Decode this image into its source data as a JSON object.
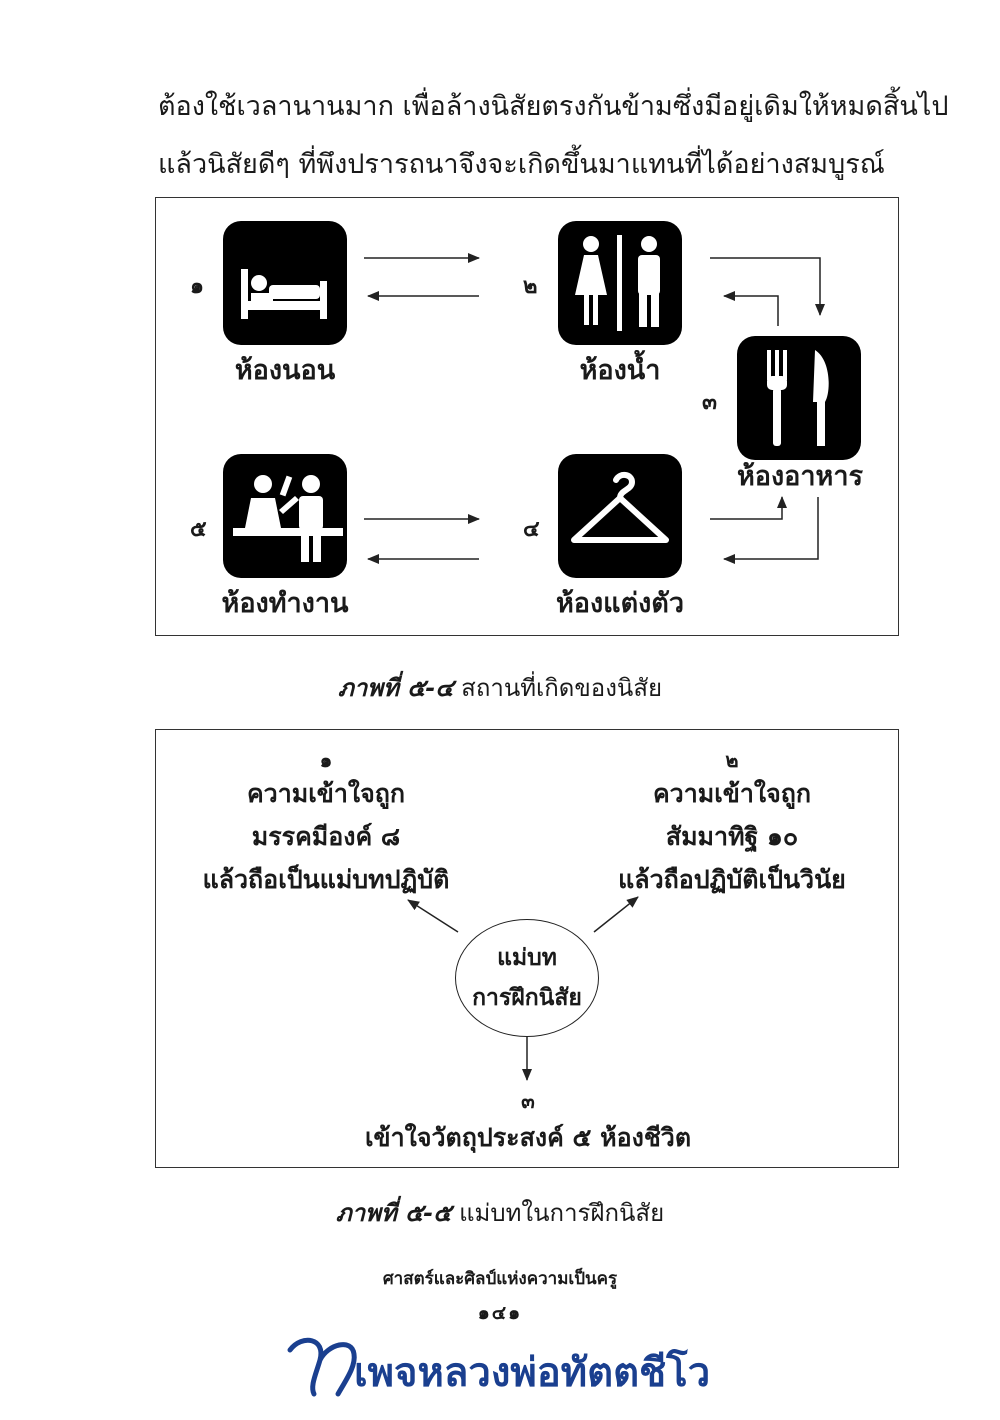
{
  "paragraph": {
    "line1": "ต้องใช้เวลานานมาก  เพื่อล้างนิสัยตรงกันข้ามซึ่งมีอยู่เดิมให้หมดสิ้นไป",
    "line2": "แล้วนิสัยดีๆ ที่พึงปรารถนาจึงจะเกิดขึ้นมาแทนที่ได้อย่างสมบูรณ์"
  },
  "figure1": {
    "rooms": [
      {
        "num": "๑",
        "label": "ห้องนอน",
        "icon": "bed-icon"
      },
      {
        "num": "๒",
        "label": "ห้องน้ำ",
        "icon": "restroom-icon"
      },
      {
        "num": "๓",
        "label": "ห้องอาหาร",
        "icon": "fork-knife-icon"
      },
      {
        "num": "๔",
        "label": "ห้องแต่งตัว",
        "icon": "hanger-icon"
      },
      {
        "num": "๕",
        "label": "ห้องทำงาน",
        "icon": "workers-icon"
      }
    ],
    "caption_bold": "ภาพที่ ๕-๔",
    "caption_text": " สถานที่เกิดของนิสัย"
  },
  "figure2": {
    "center": {
      "line1": "แม่บท",
      "line2": "การฝึกนิสัย"
    },
    "items": [
      {
        "num": "๑",
        "lines": [
          "ความเข้าใจถูก",
          "มรรคมีองค์ ๘",
          "แล้วถือเป็นแม่บทปฏิบัติ"
        ]
      },
      {
        "num": "๒",
        "lines": [
          "ความเข้าใจถูก",
          "สัมมาทิฐิ ๑๐",
          "แล้วถือปฏิบัติเป็นวินัย"
        ]
      },
      {
        "num": "๓",
        "lines": [
          "เข้าใจวัตถุประสงค์ ๕ ห้องชีวิต"
        ]
      }
    ],
    "caption_bold": "ภาพที่ ๕-๕",
    "caption_text": " แม่บทในการฝึกนิสัย"
  },
  "footer": {
    "book_title": "ศาสตร์และศิลป์แห่งความเป็นครู",
    "page_number": "๑๔๑",
    "brand_mark": "ท",
    "brand_text": "เพจหลวงพ่อทัตตชีโว",
    "brand_color": "#1a3f8f"
  }
}
